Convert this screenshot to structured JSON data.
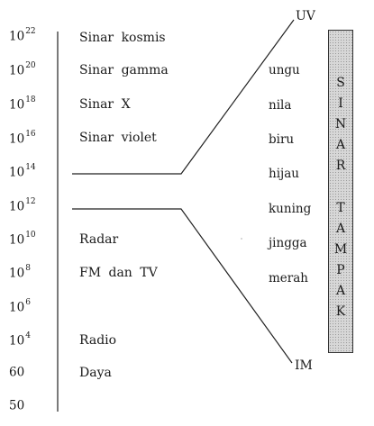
{
  "frequencies": [
    {
      "base": "10",
      "exp": "22"
    },
    {
      "base": "10",
      "exp": "20"
    },
    {
      "base": "10",
      "exp": "18"
    },
    {
      "base": "10",
      "exp": "16"
    },
    {
      "base": "10",
      "exp": "14"
    },
    {
      "base": "10",
      "exp": "12"
    },
    {
      "base": "10",
      "exp": "10"
    },
    {
      "base": "10",
      "exp": "8"
    },
    {
      "base": "10",
      "exp": "6"
    },
    {
      "base": "10",
      "exp": "4"
    },
    {
      "base": "60",
      "exp": ""
    },
    {
      "base": "50",
      "exp": ""
    }
  ],
  "waves": {
    "kosmis": "Sinar kosmis",
    "gamma": "Sinar gamma",
    "x": "Sinar X",
    "violet": "Sinar violet",
    "radar": "Radar",
    "fm_tv": "FM dan TV",
    "radio": "Radio",
    "daya": "Daya"
  },
  "spectrum": {
    "top_label": "UV",
    "bottom_label": "IM",
    "colors": [
      "ungu",
      "nila",
      "biru",
      "hijau",
      "kuning",
      "jingga",
      "merah"
    ],
    "bar_letters": [
      "S",
      "I",
      "N",
      "A",
      "R",
      "",
      "T",
      "A",
      "M",
      "P",
      "A",
      "K"
    ],
    "bar_color": "#d7d7d7"
  }
}
